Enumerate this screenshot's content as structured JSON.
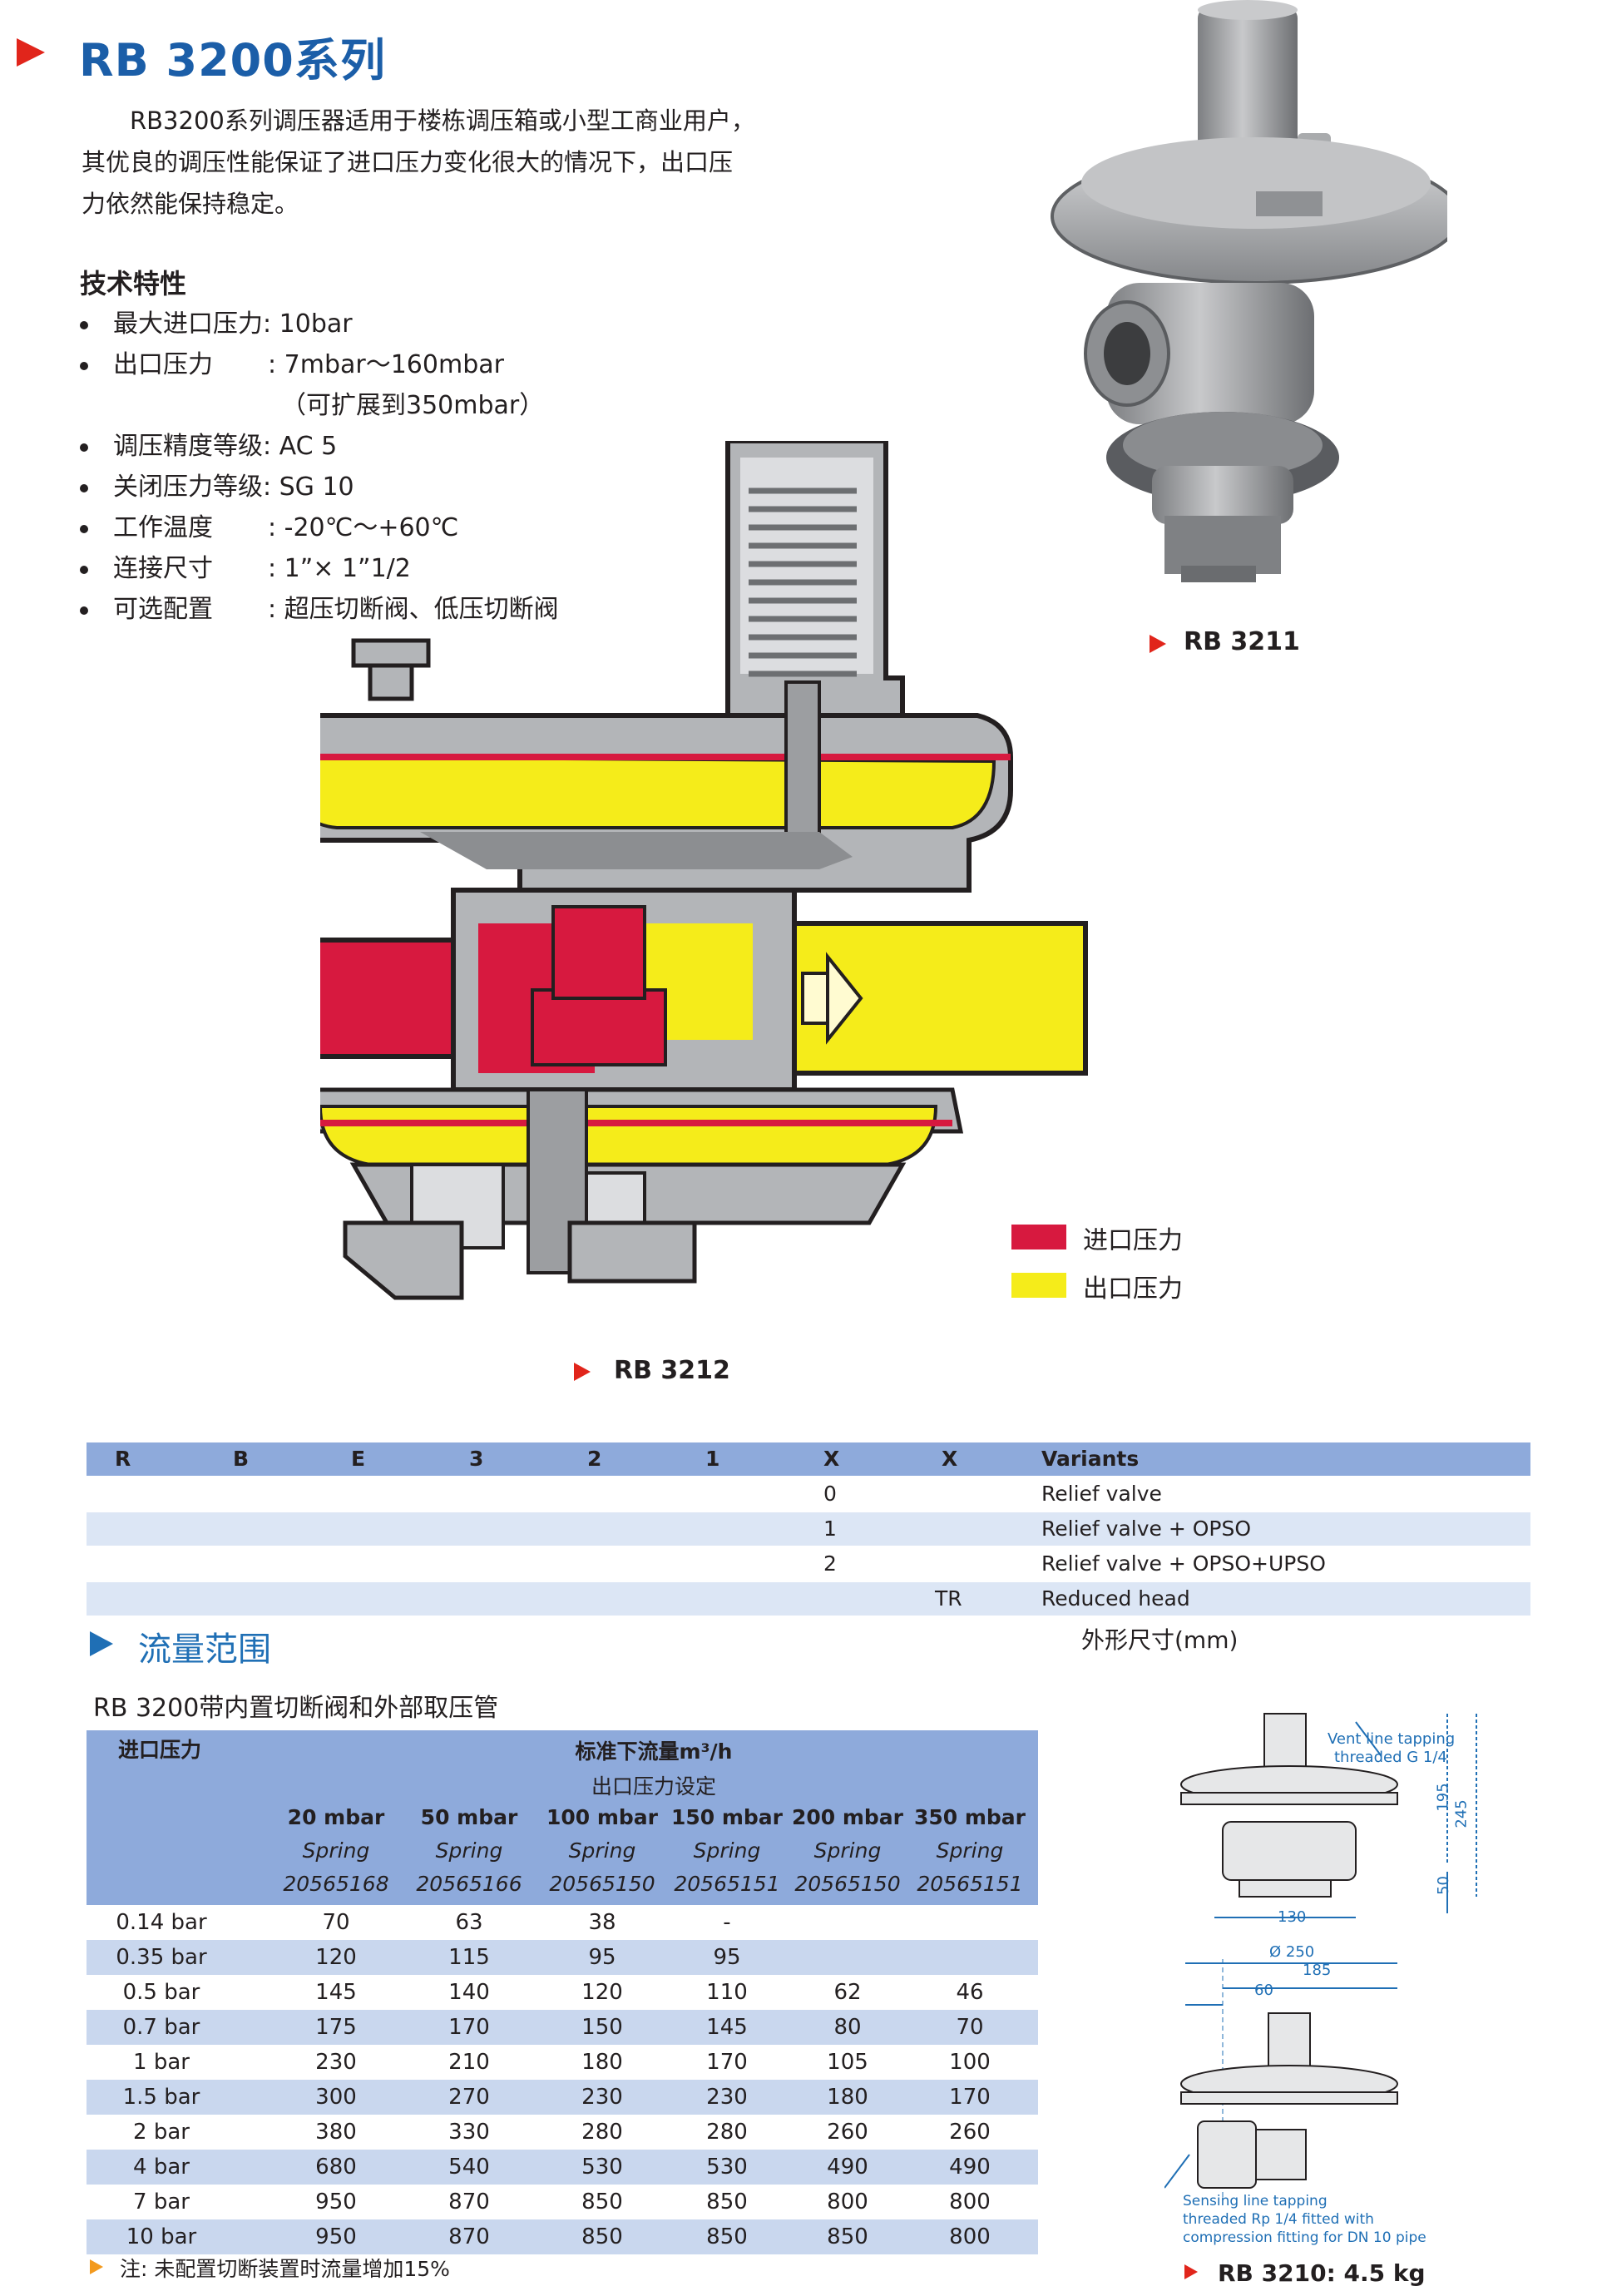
{
  "header": {
    "title": "RB 3200系列"
  },
  "intro": {
    "lines": [
      "RB3200系列调压器适用于楼栋调压箱或小型工商业用户，",
      "其优良的调压性能保证了进口压力变化很大的情况下，出口压",
      "力依然能保持稳定。"
    ]
  },
  "specs": {
    "heading": "技术特性",
    "items": [
      {
        "label": "最大进口压力",
        "value": ": 10bar"
      },
      {
        "label": "出口压力",
        "value": ": 7mbar～160mbar"
      },
      {
        "label": "",
        "value": "（可扩展到350mbar）"
      },
      {
        "label": "调压精度等级",
        "value": ": AC 5"
      },
      {
        "label": "关闭压力等级",
        "value": ": SG 10"
      },
      {
        "label": "工作温度",
        "value": ": -20℃～+60℃"
      },
      {
        "label": "连接尺寸",
        "value": ": 1”× 1”1/2"
      },
      {
        "label": "可选配置",
        "value": ": 超压切断阀、低压切断阀"
      }
    ]
  },
  "images": {
    "photo_caption": "RB 3211",
    "section_caption": "RB 3212",
    "dim_weight_caption": "RB 3210: 4.5 kg"
  },
  "legend": {
    "inlet": {
      "label": "进口压力",
      "color": "#d7193f"
    },
    "outlet": {
      "label": "出口压力",
      "color": "#f5ec1a"
    }
  },
  "code_table": {
    "header": [
      "R",
      "B",
      "E",
      "3",
      "2",
      "1",
      "X",
      "X",
      "Variants"
    ],
    "rows": [
      {
        "code1": "0",
        "code2": "",
        "variant": "Relief valve"
      },
      {
        "code1": "1",
        "code2": "",
        "variant": "Relief valve + OPSO"
      },
      {
        "code1": "2",
        "code2": "",
        "variant": "Relief valve + OPSO+UPSO"
      },
      {
        "code1": "",
        "code2": "TR",
        "variant": "Reduced head"
      }
    ]
  },
  "flow": {
    "heading": "流量范围",
    "subtitle": "RB 3200带内置切断阀和外部取压管",
    "dim_heading": "外形尺寸(mm)",
    "table": {
      "inlet_header": "进口压力",
      "flow_header": "标准下流量m³/h",
      "outlet_header": "出口压力设定",
      "columns": [
        {
          "pressure": "20 mbar",
          "spring": "Spring",
          "code": "20565168"
        },
        {
          "pressure": "50 mbar",
          "spring": "Spring",
          "code": "20565166"
        },
        {
          "pressure": "100 mbar",
          "spring": "Spring",
          "code": "20565150"
        },
        {
          "pressure": "150 mbar",
          "spring": "Spring",
          "code": "20565151"
        },
        {
          "pressure": "200 mbar",
          "spring": "Spring",
          "code": "20565150"
        },
        {
          "pressure": "350 mbar",
          "spring": "Spring",
          "code": "20565151"
        }
      ],
      "rows": [
        {
          "inlet": "0.14 bar",
          "values": [
            "70",
            "63",
            "38",
            "-",
            "",
            ""
          ]
        },
        {
          "inlet": "0.35 bar",
          "values": [
            "120",
            "115",
            "95",
            "95",
            "",
            ""
          ]
        },
        {
          "inlet": "0.5 bar",
          "values": [
            "145",
            "140",
            "120",
            "110",
            "62",
            "46"
          ]
        },
        {
          "inlet": "0.7 bar",
          "values": [
            "175",
            "170",
            "150",
            "145",
            "80",
            "70"
          ]
        },
        {
          "inlet": "1 bar",
          "values": [
            "230",
            "210",
            "180",
            "170",
            "105",
            "100"
          ]
        },
        {
          "inlet": "1.5 bar",
          "values": [
            "300",
            "270",
            "230",
            "230",
            "180",
            "170"
          ]
        },
        {
          "inlet": "2 bar",
          "values": [
            "380",
            "330",
            "280",
            "280",
            "260",
            "260"
          ]
        },
        {
          "inlet": "4 bar",
          "values": [
            "680",
            "540",
            "530",
            "530",
            "490",
            "490"
          ]
        },
        {
          "inlet": "7 bar",
          "values": [
            "950",
            "870",
            "850",
            "850",
            "800",
            "800"
          ]
        },
        {
          "inlet": "10 bar",
          "values": [
            "950",
            "870",
            "850",
            "850",
            "850",
            "800"
          ]
        }
      ]
    },
    "note": "注: 未配置切断装置时流量增加15%"
  },
  "dimensions": {
    "vent_label_1": "Vent line tapping",
    "vent_label_2": "threaded G 1/4",
    "dim_195": "195",
    "dim_245": "245",
    "dim_50": "50",
    "dim_130": "130",
    "dim_250": "Ø 250",
    "dim_185": "185",
    "dim_60": "60",
    "sense_label_1": "Sensing line tapping",
    "sense_label_2": "threaded Rp 1/4 fitted with",
    "sense_label_3": "compression fitting for DN 10 pipe"
  }
}
